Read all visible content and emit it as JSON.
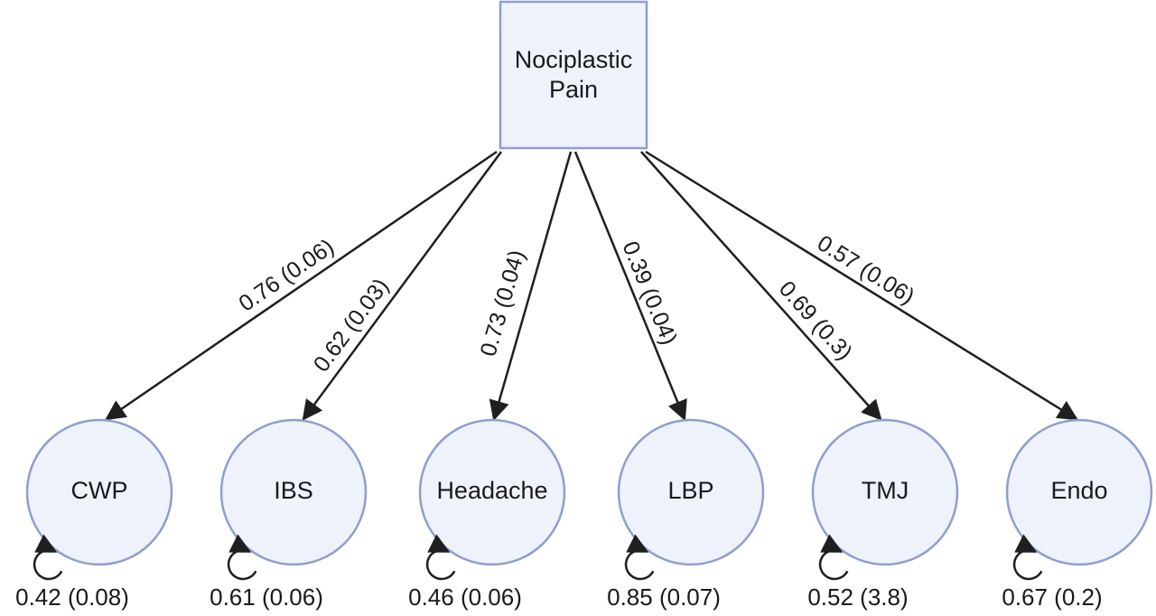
{
  "latent": {
    "label_line1": "Nociplastic",
    "label_line2": "Pain"
  },
  "indicators": [
    {
      "name": "CWP",
      "loading": "0.76 (0.06)",
      "residual": "0.42 (0.08)"
    },
    {
      "name": "IBS",
      "loading": "0.62 (0.03)",
      "residual": "0.61 (0.06)"
    },
    {
      "name": "Headache",
      "loading": "0.73 (0.04)",
      "residual": "0.46 (0.06)"
    },
    {
      "name": "LBP",
      "loading": "0.39 (0.04)",
      "residual": "0.85 (0.07)"
    },
    {
      "name": "TMJ",
      "loading": "0.69 (0.3)",
      "residual": "0.52 (3.8)"
    },
    {
      "name": "Endo",
      "loading": "0.57 (0.06)",
      "residual": "0.67 (0.2)"
    }
  ],
  "colors": {
    "node_fill": "#eef2fb",
    "node_stroke": "#8e9fce",
    "edge": "#1f1f1f",
    "text": "#1a1a1a"
  }
}
